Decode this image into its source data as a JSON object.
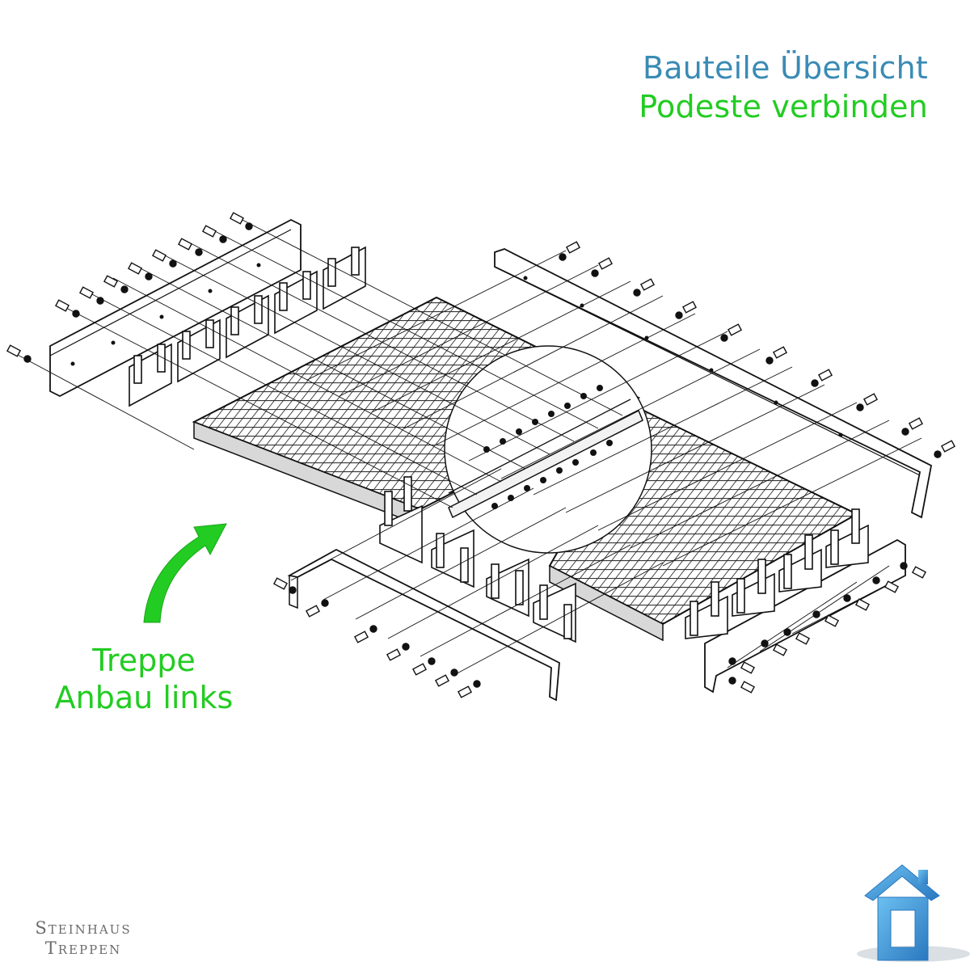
{
  "header": {
    "title": "Bauteile Übersicht",
    "subtitle": "Podeste verbinden"
  },
  "callout": {
    "line1": "Treppe",
    "line2": "Anbau links"
  },
  "brand": {
    "line1": "Steinhaus",
    "line2": "Treppen"
  },
  "icons": {
    "arrow": "curved-arrow-icon",
    "logo": "house-logo-icon"
  },
  "colors": {
    "title": "#3a8bb5",
    "accent": "#22cc22",
    "line": "#1a1a1a",
    "logo": "#3b8fd0",
    "brand": "#6b6b6b"
  }
}
